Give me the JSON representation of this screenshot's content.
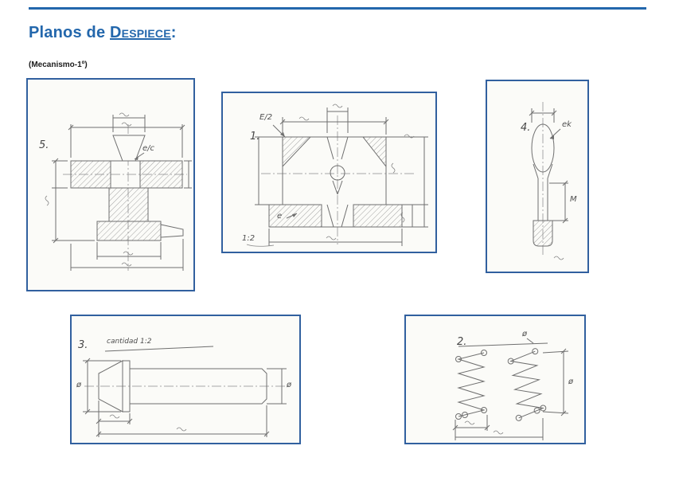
{
  "header": {
    "title_prefix": "Planos de ",
    "title_emphasis": "Despiece",
    "title_suffix": ":",
    "subtitle": "(Mecanismo-1º)"
  },
  "drawings": {
    "d5": {
      "label": "5.",
      "note_ec": "e/c"
    },
    "d1": {
      "label": "1.",
      "note_e2": "E/2",
      "note_e": "e",
      "note_scale": "1:2"
    },
    "d4": {
      "label": "4.",
      "note_ek": "ek",
      "note_m": "M"
    },
    "d3": {
      "label": "3.",
      "note_cantidad": "cantidad 1:2",
      "note_dia_left": "ø",
      "note_dia_right": "ø"
    },
    "d2": {
      "label": "2.",
      "note_dia_top": "ø",
      "note_dia_right": "ø"
    }
  }
}
